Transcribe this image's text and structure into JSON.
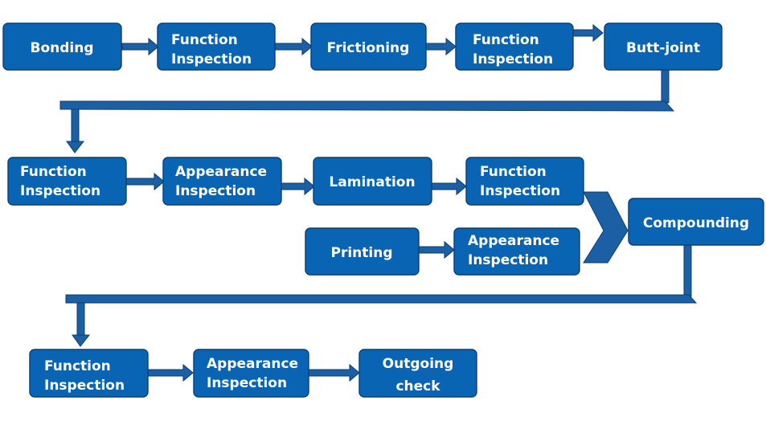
{
  "row1": {
    "bonding": "Bonding",
    "function_inspection_1": [
      "Function",
      "Inspection"
    ],
    "frictioning": "Frictioning",
    "function_inspection_2": [
      "Function",
      "Inspection"
    ],
    "butt_joint": "Butt-joint"
  },
  "row2": {
    "function_inspection": [
      "Function",
      "Inspection"
    ],
    "appearance_inspection": [
      "Appearance",
      "Inspection"
    ],
    "lamination": "Lamination",
    "function_inspection_2": [
      "Function",
      "Inspection"
    ]
  },
  "row3": {
    "printing": "Printing",
    "appearance_inspection": [
      "Appearance",
      "Inspection"
    ],
    "compounding": "Compounding"
  },
  "row4": {
    "function_inspection": [
      "Function",
      "Inspection"
    ],
    "appearance_inspection": [
      "Appearance",
      "Inspection"
    ],
    "outgoing_check": [
      "Outgoing",
      "check"
    ]
  },
  "colors": {
    "box_fill": "#0a64b4",
    "box_stroke": "#0a3f73",
    "arrow_fill": "#1b5fa4"
  }
}
